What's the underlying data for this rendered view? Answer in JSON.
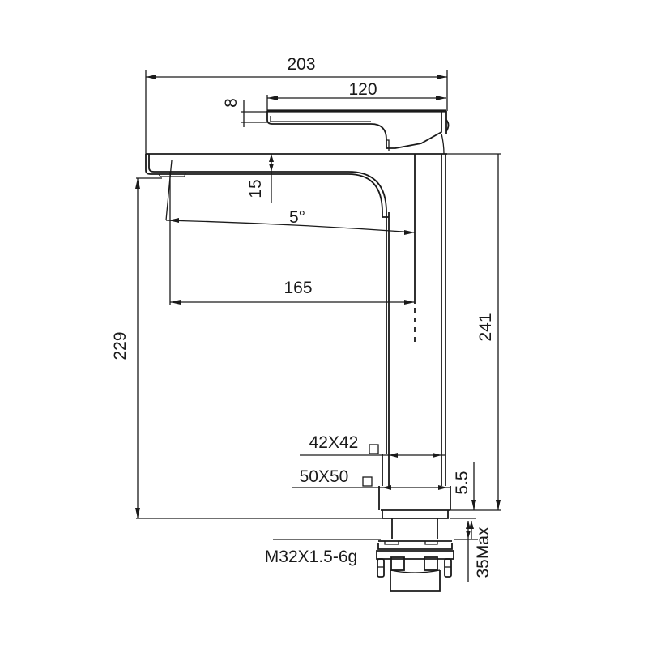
{
  "drawing": {
    "title": "Tall basin faucet dimension drawing",
    "line_color": "#1a1a1a",
    "background": "#ffffff"
  },
  "dimensions": {
    "overall_length": "203",
    "handle_length": "120",
    "handle_thickness": "8",
    "spout_thickness": "15",
    "spout_angle": "5°",
    "spout_reach": "165",
    "spout_height": "229",
    "overall_height": "241",
    "body_section": "42X42",
    "base_section": "50X50",
    "base_height": "5.5",
    "thread": "M32X1.5-6g",
    "max_deck_thickness": "35Max"
  }
}
